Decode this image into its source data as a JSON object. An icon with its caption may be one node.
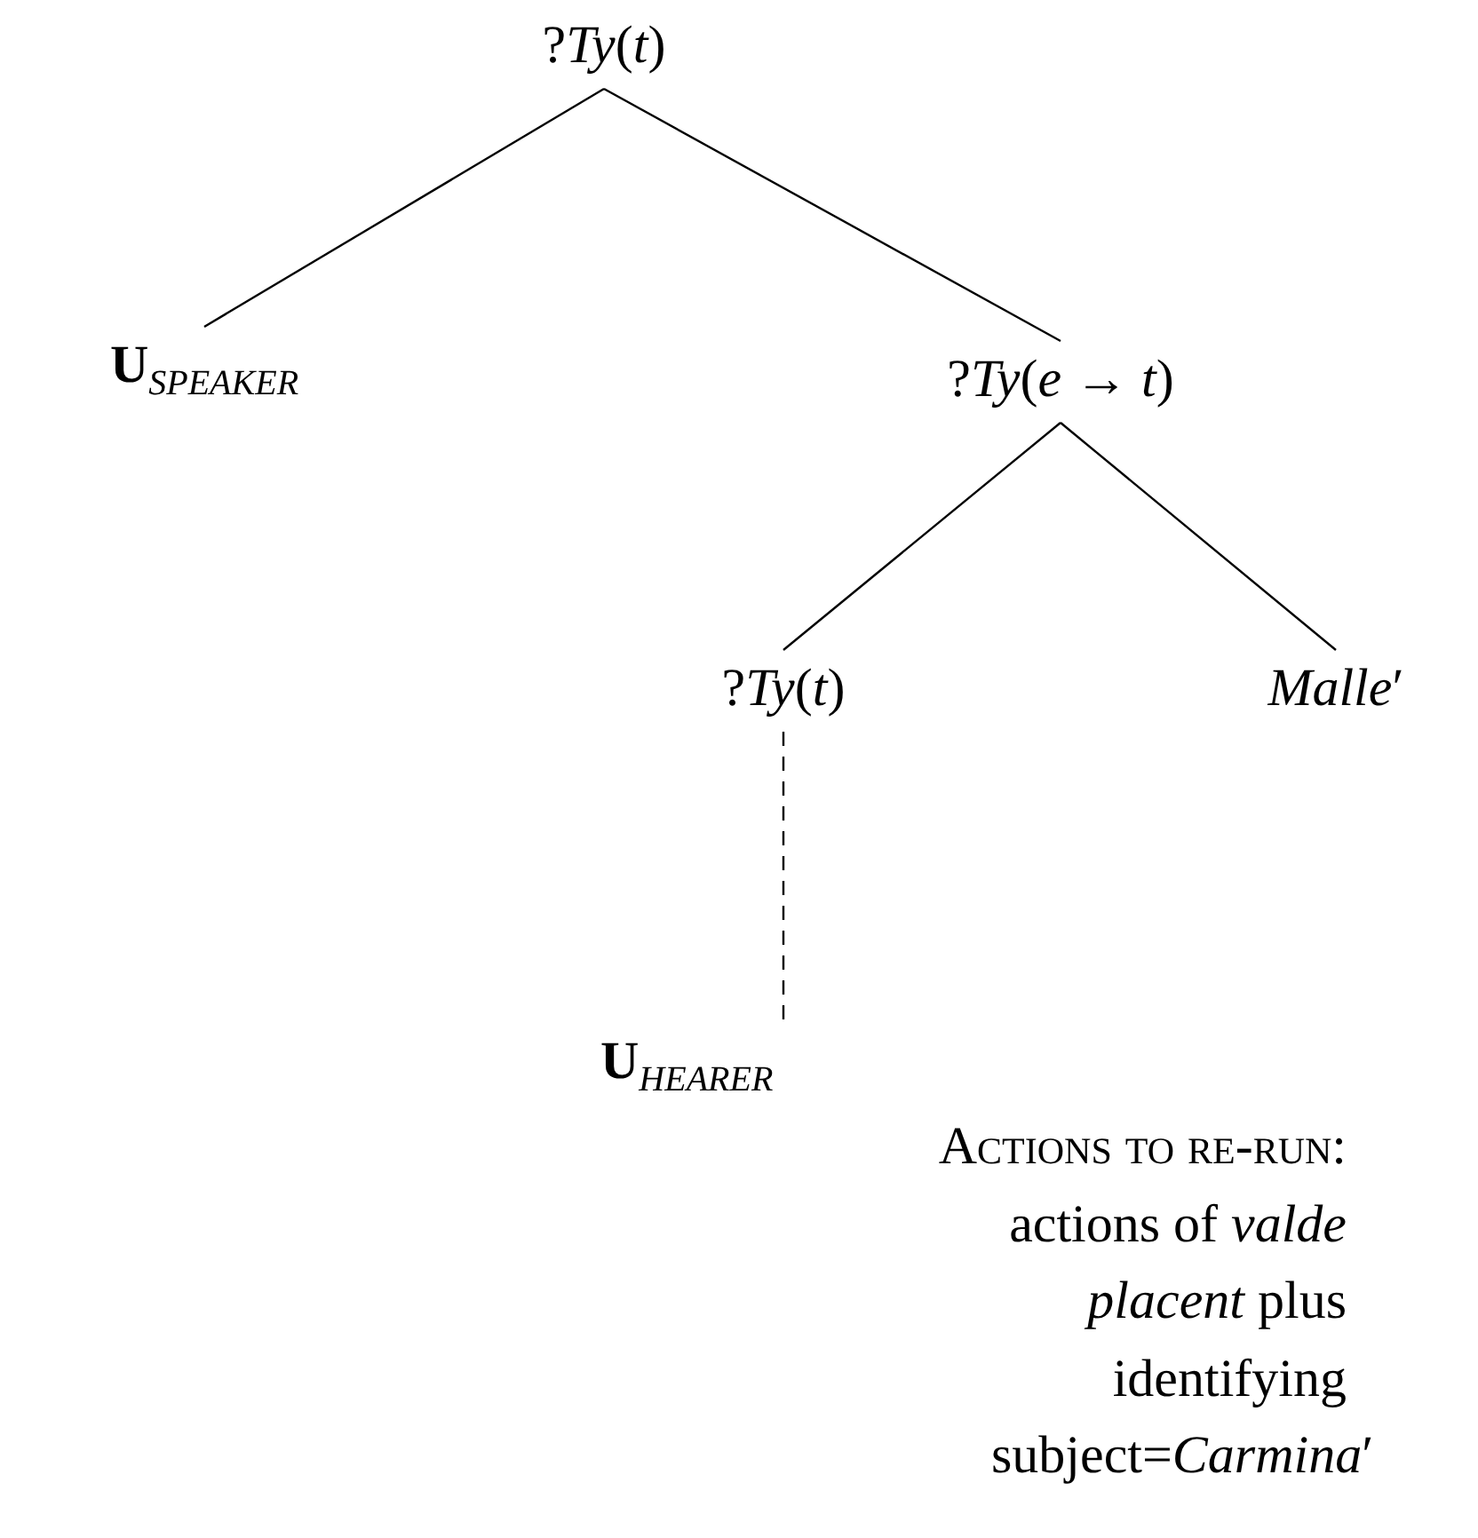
{
  "diagram": {
    "nodes": [
      {
        "text": [
          "?*Ty*(*t*)"
        ]
      },
      {
        "text": [
          "**U**$_{SPEAKER}$"
        ]
      },
      {
        "text": [
          "?*Ty*(*e* → *t*)"
        ]
      },
      {
        "text": [
          "?*Ty*(*t*)"
        ]
      },
      {
        "text": [
          "*Malle*′"
        ]
      },
      {
        "text": [
          "**U**$_{HEARER}$",
          "Actions to re-run:",
          "actions of *valde placent* plus identifying subject=*Carmina*′"
        ]
      }
    ],
    "edges": [
      {
        "from": 0,
        "to": 1,
        "arrow": "none"
      },
      {
        "from": 0,
        "to": 2,
        "arrow": "none"
      },
      {
        "from": 2,
        "to": 3,
        "arrow": "none"
      },
      {
        "from": 2,
        "to": 4,
        "arrow": "none"
      },
      {
        "from": 3,
        "to": 5,
        "arrow": "none",
        "style": "dashed"
      }
    ]
  }
}
